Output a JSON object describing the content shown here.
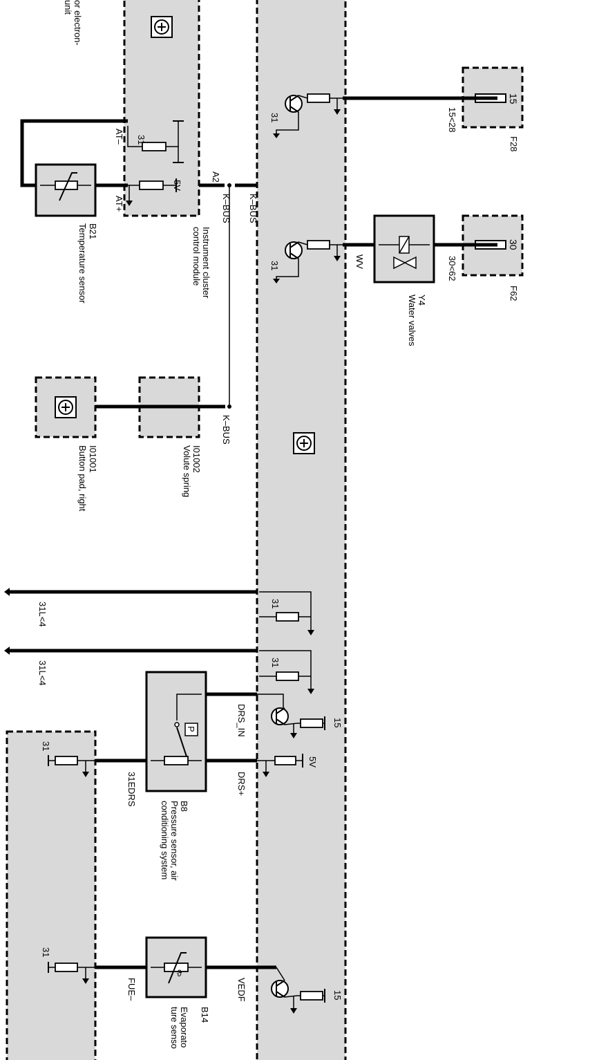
{
  "diagram": {
    "colors": {
      "shade": "#d9d9d9",
      "line": "#000000"
    },
    "top_left": {
      "line1": "or electron-",
      "line2": "unit"
    },
    "a2": {
      "id": "A2",
      "name_line1": "Instrument cluster",
      "name_line2": "control module"
    },
    "b21": {
      "id": "B21",
      "name": "Temperature sensor"
    },
    "y4": {
      "id": "Y4",
      "name": "Water valves"
    },
    "f28": {
      "id": "F28"
    },
    "f62": {
      "id": "F62"
    },
    "i01001": {
      "id": "I01001",
      "name": "Button pad, right"
    },
    "i01002": {
      "id": "I01002",
      "name": "Volute spring"
    },
    "b8": {
      "id": "B8",
      "name_line1": "Pressure sensor, air",
      "name_line2": "conditioning system"
    },
    "b14": {
      "id": "B14",
      "name_line1": "Evaporato",
      "name_line2": "ture senso"
    },
    "signals": {
      "at_minus": "AT–",
      "at_plus": "AT+",
      "kbus": "K–BUS",
      "wv": "WV",
      "t15_28": "15<28",
      "t30_62": "30<62",
      "t31l4": "31L<4",
      "drs_in": "DRS_IN",
      "drs_plus": "DRS+",
      "edrs": "31EDRS",
      "vedf": "VEDF",
      "fue": "FUE–",
      "p": "P"
    },
    "pins": {
      "p31": "31",
      "p15": "15",
      "p30": "30",
      "p5v": "5V"
    }
  }
}
